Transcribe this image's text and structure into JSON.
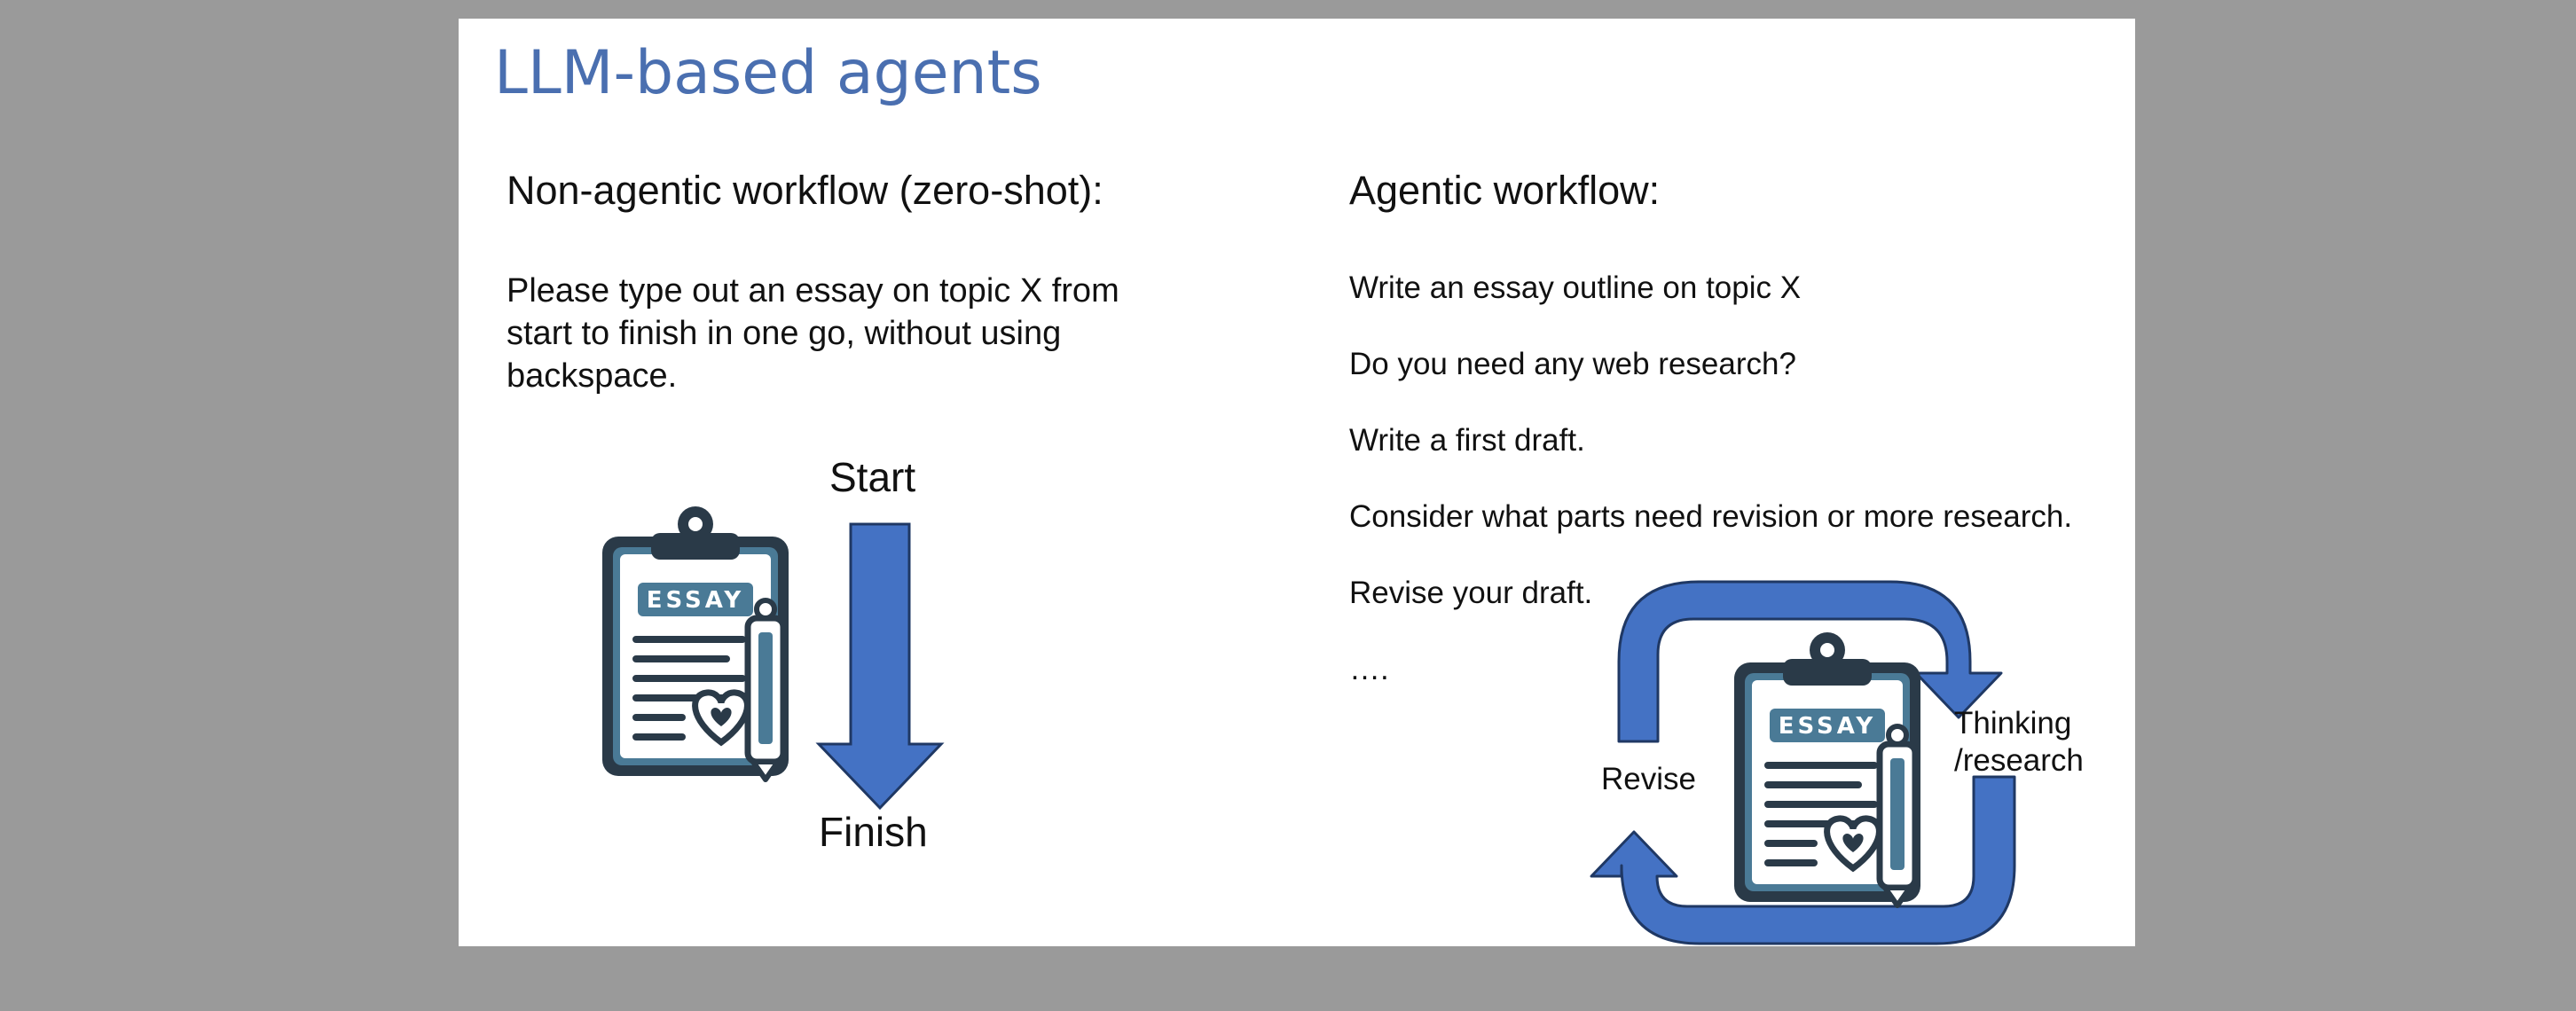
{
  "slide": {
    "title": "LLM-based agents",
    "left": {
      "heading": "Non-agentic workflow (zero-shot):",
      "prompt": "Please type out an essay on topic X from start to finish in one go, without using backspace.",
      "start_label": "Start",
      "finish_label": "Finish",
      "clipboard_tag": "ESSAY"
    },
    "right": {
      "heading": "Agentic workflow:",
      "steps": [
        "Write an essay outline on topic X",
        "Do you need any web research?",
        "Write a first draft.",
        "Consider what parts need revision or more research.",
        "Revise your draft.",
        "…."
      ],
      "revise_label": "Revise",
      "thinking_label_line1": "Thinking",
      "thinking_label_line2": "/research",
      "clipboard_tag": "ESSAY"
    }
  },
  "colors": {
    "background": "#9a9a9a",
    "slide": "#ffffff",
    "title": "#4a6fb0",
    "arrow": "#4472c4",
    "arrow_outline": "#1f3864",
    "icon_dark": "#2a3a48",
    "icon_accent": "#4a7a96"
  },
  "icons": [
    "clipboard-essay-icon",
    "down-arrow",
    "cycle-arrows"
  ]
}
